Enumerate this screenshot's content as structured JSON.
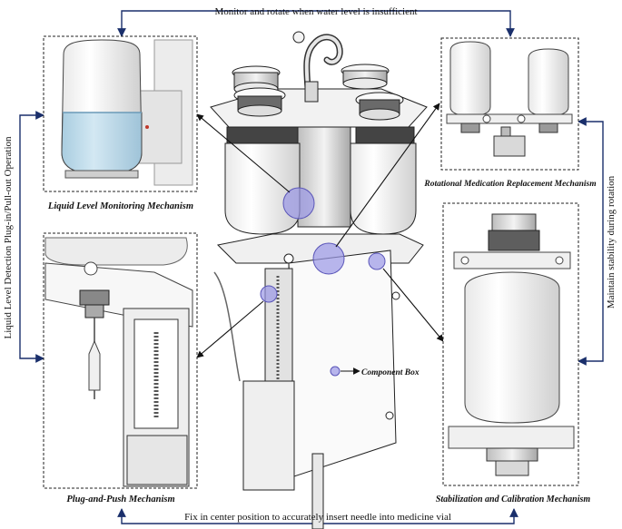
{
  "annotations": {
    "top": "Monitor and rotate when water level is insufficient",
    "bottom": "Fix in center position to accurately insert needle into medicine vial",
    "left": "Liquid Level Detection Plug-in/Pull-out Operation",
    "right": "Maintain stability during rotation"
  },
  "panels": {
    "liquid_level": "Liquid Level Monitoring Mechanism",
    "rotational": "Rotational Medication Replacement Mechanism",
    "plug_push": "Plug-and-Push Mechanism",
    "stabilization": "Stabilization and Calibration Mechanism"
  },
  "component_box": "Component Box",
  "colors": {
    "highlight": "#9a97e6",
    "water": "#bcd9ea",
    "arrow": "#1a2f6b",
    "line": "#222222"
  }
}
